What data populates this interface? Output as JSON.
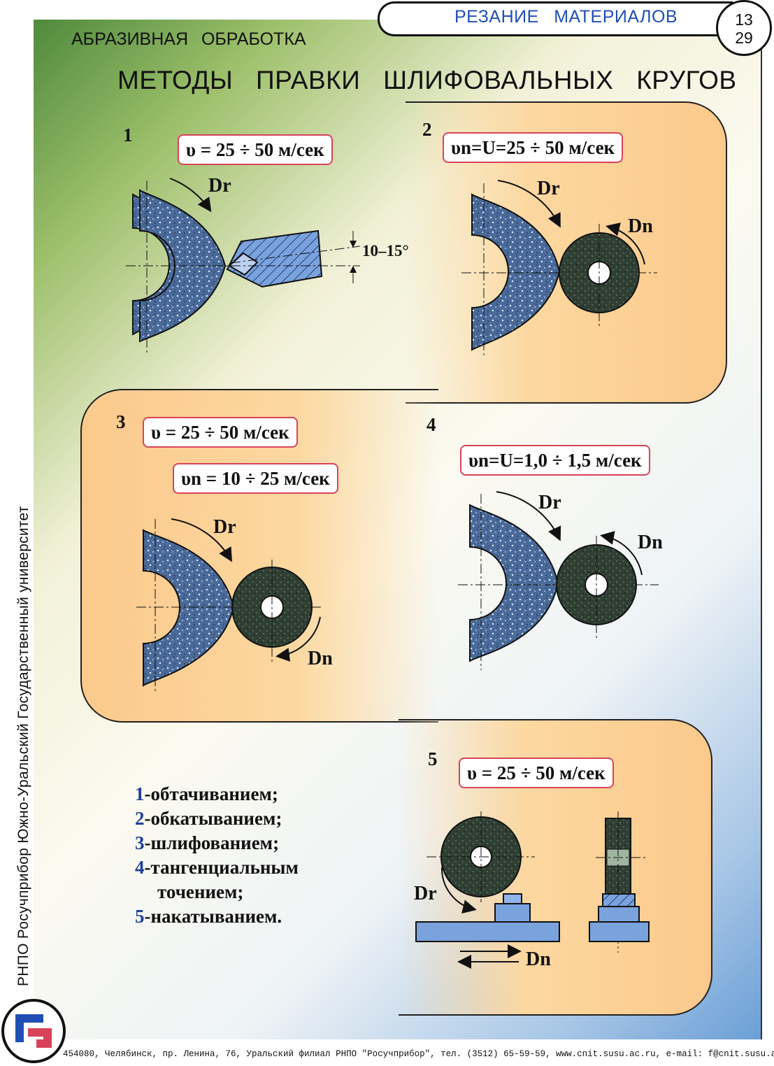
{
  "header": {
    "topic": "РЕЗАНИЕ   МАТЕРИАЛОВ",
    "page_top": "13",
    "page_bottom": "29"
  },
  "section": "АБРАЗИВНАЯ   ОБРАБОТКА",
  "title": "МЕТОДЫ   ПРАВКИ   ШЛИФОВАЛЬНЫХ   КРУГОВ",
  "sidebar": {
    "org": "РНПО Росучприбор    Южно-Уральский Государственный университет"
  },
  "methods": [
    {
      "num": "1",
      "formulas": [
        "υ = 25 ÷ 50 м/сек"
      ],
      "labels": [
        "Dr"
      ],
      "angle": "10–15°"
    },
    {
      "num": "2",
      "formulas": [
        "υn=U=25 ÷ 50 м/сек"
      ],
      "labels": [
        "Dr",
        "Dn"
      ]
    },
    {
      "num": "3",
      "formulas": [
        "υ = 25 ÷ 50 м/сек",
        "υn = 10 ÷ 25 м/сек"
      ],
      "labels": [
        "Dr",
        "Dn"
      ]
    },
    {
      "num": "4",
      "formulas": [
        "υn=U=1,0 ÷ 1,5 м/сек"
      ],
      "labels": [
        "Dr",
        "Dn"
      ]
    },
    {
      "num": "5",
      "formulas": [
        "υ = 25 ÷ 50 м/сек"
      ],
      "labels": [
        "Dr",
        "Dn"
      ]
    }
  ],
  "legend": [
    {
      "n": "1",
      "text": "-обтачиванием;"
    },
    {
      "n": "2",
      "text": "-обкатыванием;"
    },
    {
      "n": "3",
      "text": "-шлифованием;"
    },
    {
      "n": "4",
      "text": "-тангенциальным"
    },
    {
      "n": "",
      "text": "точением;"
    },
    {
      "n": "5",
      "text": "-накатыванием."
    }
  ],
  "footer": "454080, Челябинск, пр. Ленина, 76, Уральский филиал РНПО \"Росучприбор\", тел. (3512) 65-59-59, www.cnit.susu.ac.ru,   e-mail: f@cnit.susu.ac.ru",
  "colors": {
    "accent_blue": "#1f4fb4",
    "panel_orange": "#fbc98c",
    "formula_border": "#d8435a",
    "wheel": "#4a6a99",
    "dresser": "#2f3f33",
    "steel": "#7aa3dd"
  }
}
